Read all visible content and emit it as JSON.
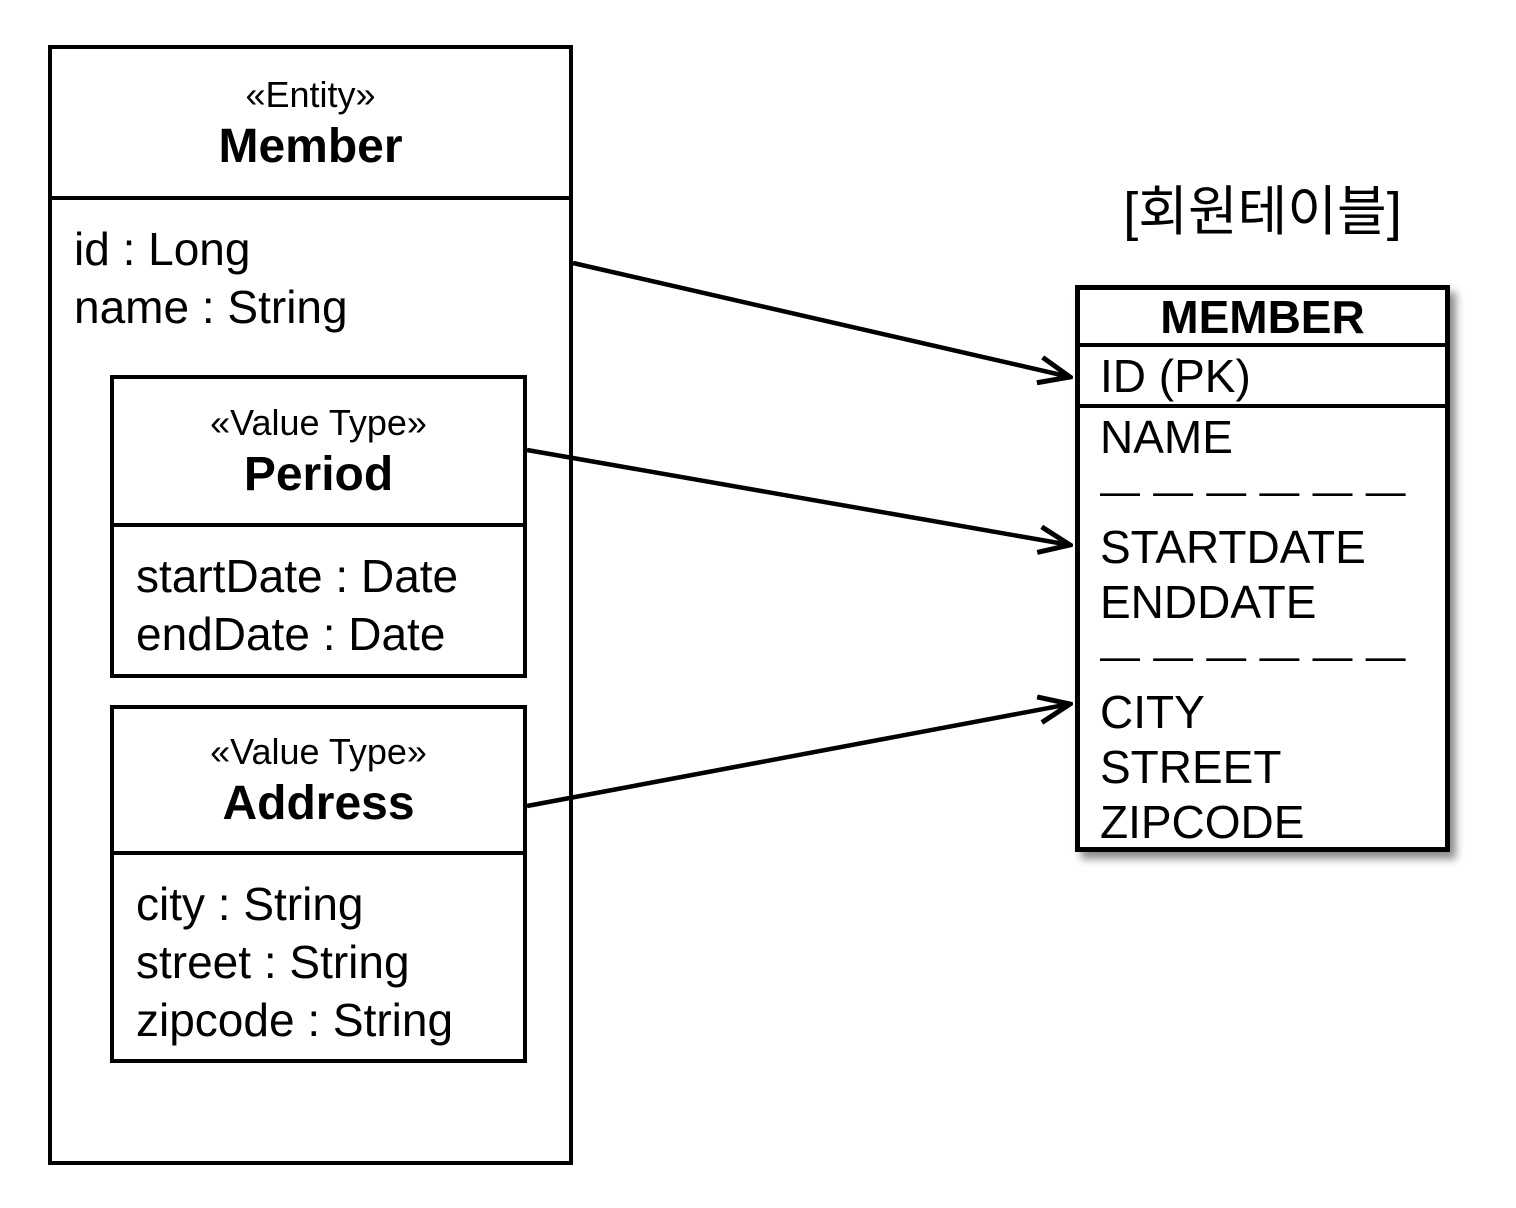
{
  "diagram": {
    "entity": {
      "stereotype": "«Entity»",
      "name": "Member",
      "attributes": [
        "id : Long",
        "name : String"
      ],
      "value_types": [
        {
          "stereotype": "«Value Type»",
          "name": "Period",
          "attributes": [
            "startDate : Date",
            "endDate : Date"
          ]
        },
        {
          "stereotype": "«Value Type»",
          "name": "Address",
          "attributes": [
            "city : String",
            "street : String",
            "zipcode : String"
          ]
        }
      ]
    },
    "table": {
      "caption": "[회원테이블]",
      "name": "MEMBER",
      "pk_row": "ID (PK)",
      "rows": [
        "NAME",
        "— — — — — —",
        "STARTDATE",
        "ENDDATE",
        "— — — — — —",
        "CITY",
        "STREET",
        "ZIPCODE"
      ]
    },
    "colors": {
      "line": "#000000",
      "background": "#ffffff",
      "shadow": "rgba(0,0,0,0.45)"
    }
  }
}
